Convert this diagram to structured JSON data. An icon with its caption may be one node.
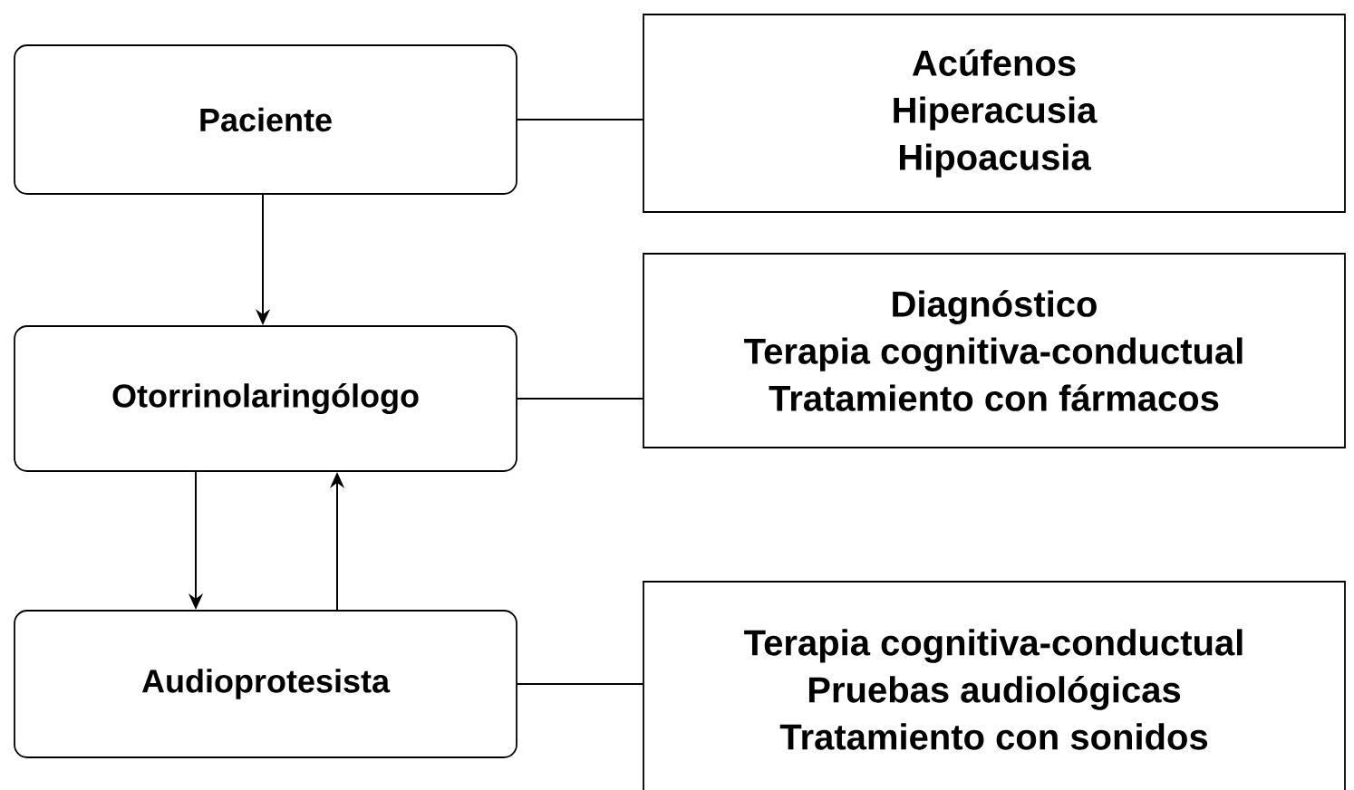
{
  "diagram": {
    "nodes": [
      {
        "text": [
          "Paciente"
        ]
      },
      {
        "text": [
          "Acúfenos",
          "Hiperacusia",
          "Hipoacusia"
        ]
      },
      {
        "text": [
          "Otorrinolaringólogo"
        ]
      },
      {
        "text": [
          "Diagnóstico",
          "Terapia cognitiva-conductual",
          "Tratamiento con fármacos"
        ]
      },
      {
        "text": [
          "Audioprotesista"
        ]
      },
      {
        "text": [
          "Terapia cognitiva-conductual",
          "Pruebas audiológicas",
          "Tratamiento con sonidos"
        ]
      }
    ],
    "edges": [
      {
        "from": 0,
        "to": 1,
        "arrow": "none"
      },
      {
        "from": 0,
        "to": 2,
        "arrow": "to"
      },
      {
        "from": 2,
        "to": 3,
        "arrow": "none"
      },
      {
        "from": 2,
        "to": 4,
        "arrow": "to"
      },
      {
        "from": 4,
        "to": 2,
        "arrow": "to"
      },
      {
        "from": 4,
        "to": 5,
        "arrow": "none"
      }
    ]
  }
}
